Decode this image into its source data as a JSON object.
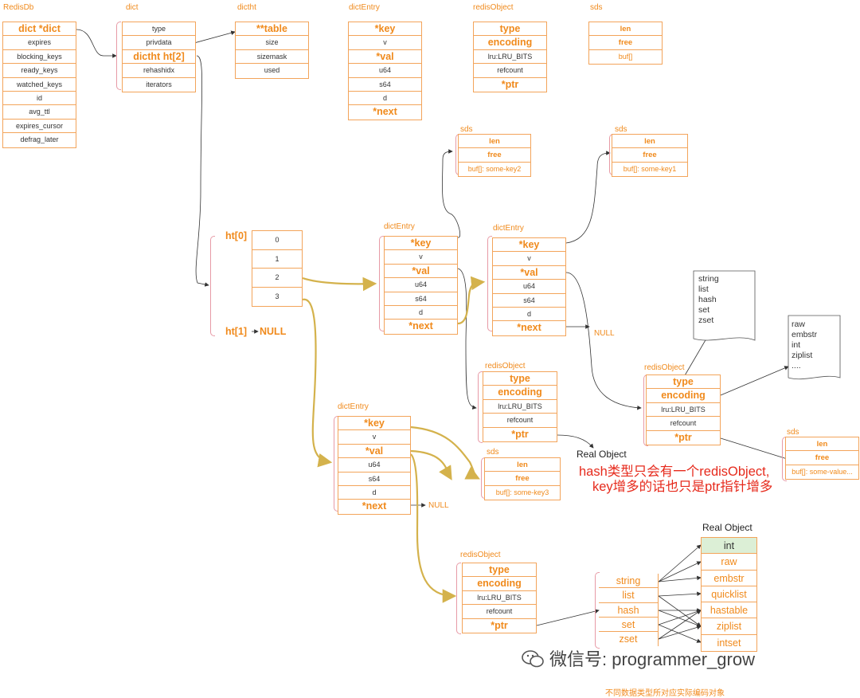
{
  "captions": {
    "redisdb": "RedisDb",
    "dict": "dict",
    "dictht": "dictht",
    "dictentry_top": "dictEntry",
    "redisobject_top": "redisObject",
    "sds_top": "sds",
    "sds_key2": "sds",
    "sds_key1": "sds",
    "dictentry_a": "dictEntry",
    "dictentry_b": "dictEntry",
    "redisobject_a": "redisObject",
    "redisobject_b": "redisObject",
    "sds_key3": "sds",
    "sds_value": "sds",
    "dictentry_c": "dictEntry",
    "redisobject_c": "redisObject"
  },
  "tables": {
    "redisdb": [
      "dict  *dict",
      "expires",
      "blocking_keys",
      "ready_keys",
      "watched_keys",
      "id",
      "avg_ttl",
      "expires_cursor",
      "defrag_later"
    ],
    "dict": [
      "type",
      "privdata",
      "dictht ht[2]",
      "rehashidx",
      "iterators"
    ],
    "dictht": [
      "**table",
      "size",
      "sizemask",
      "used"
    ],
    "dictentry_top": [
      "*key",
      "v",
      "*val",
      "u64",
      "s64",
      "d",
      "*next"
    ],
    "redisobject_top": [
      "type",
      "encoding",
      "lru:LRU_BITS",
      "refcount",
      "*ptr"
    ],
    "sds_top": [
      "len",
      "free",
      "buf[]"
    ],
    "sds_key2": [
      "len",
      "free",
      "buf[]: some-key2"
    ],
    "sds_key1": [
      "len",
      "free",
      "buf[]: some-key1"
    ],
    "ht_array": [
      "0",
      "1",
      "2",
      "3"
    ],
    "dictentry_a": [
      "*key",
      "v",
      "*val",
      "u64",
      "s64",
      "d",
      "*next"
    ],
    "dictentry_b": [
      "*key",
      "v",
      "*val",
      "u64",
      "s64",
      "d",
      "*next"
    ],
    "redisobject_a": [
      "type",
      "encoding",
      "lru:LRU_BITS",
      "refcount",
      "*ptr"
    ],
    "redisobject_b": [
      "type",
      "encoding",
      "lru:LRU_BITS",
      "refcount",
      "*ptr"
    ],
    "sds_key3": [
      "len",
      "free",
      "buf[]: some-key3"
    ],
    "sds_value": [
      "len",
      "free",
      "buf[]: some-value..."
    ],
    "dictentry_c": [
      "*key",
      "v",
      "*val",
      "u64",
      "s64",
      "d",
      "*next"
    ],
    "redisobject_c": [
      "type",
      "encoding",
      "lru:LRU_BITS",
      "refcount",
      "*ptr"
    ]
  },
  "labels": {
    "ht0": "ht[0]",
    "ht1": "ht[1]",
    "ht1_null": "NULL",
    "null_a": "NULL",
    "null_c": "NULL",
    "real_object_a": "Real Object",
    "real_object_b": "Real Object"
  },
  "notes": {
    "types": "string\nlist\nhash\nset\nzset",
    "encodings": "raw\nembstr\nint\nziplist\n...."
  },
  "remark": {
    "line1": "hash类型只会有一个redisObject,",
    "line2": "key增多的话也只是ptr指针增多"
  },
  "type_list": [
    "string",
    "list",
    "hash",
    "set",
    "zset"
  ],
  "encoding_list": [
    "int",
    "raw",
    "embstr",
    "quicklist",
    "hastable",
    "ziplist",
    "intset"
  ],
  "watermark": "微信号: programmer_grow",
  "footer": "不同数据类型所对应实际编码对象",
  "colors": {
    "orange": "#f08a1c",
    "gold": "#d4b24c",
    "red": "#e62a1c",
    "pink_brace": "#e79aa6",
    "green": "#dcefd6"
  }
}
